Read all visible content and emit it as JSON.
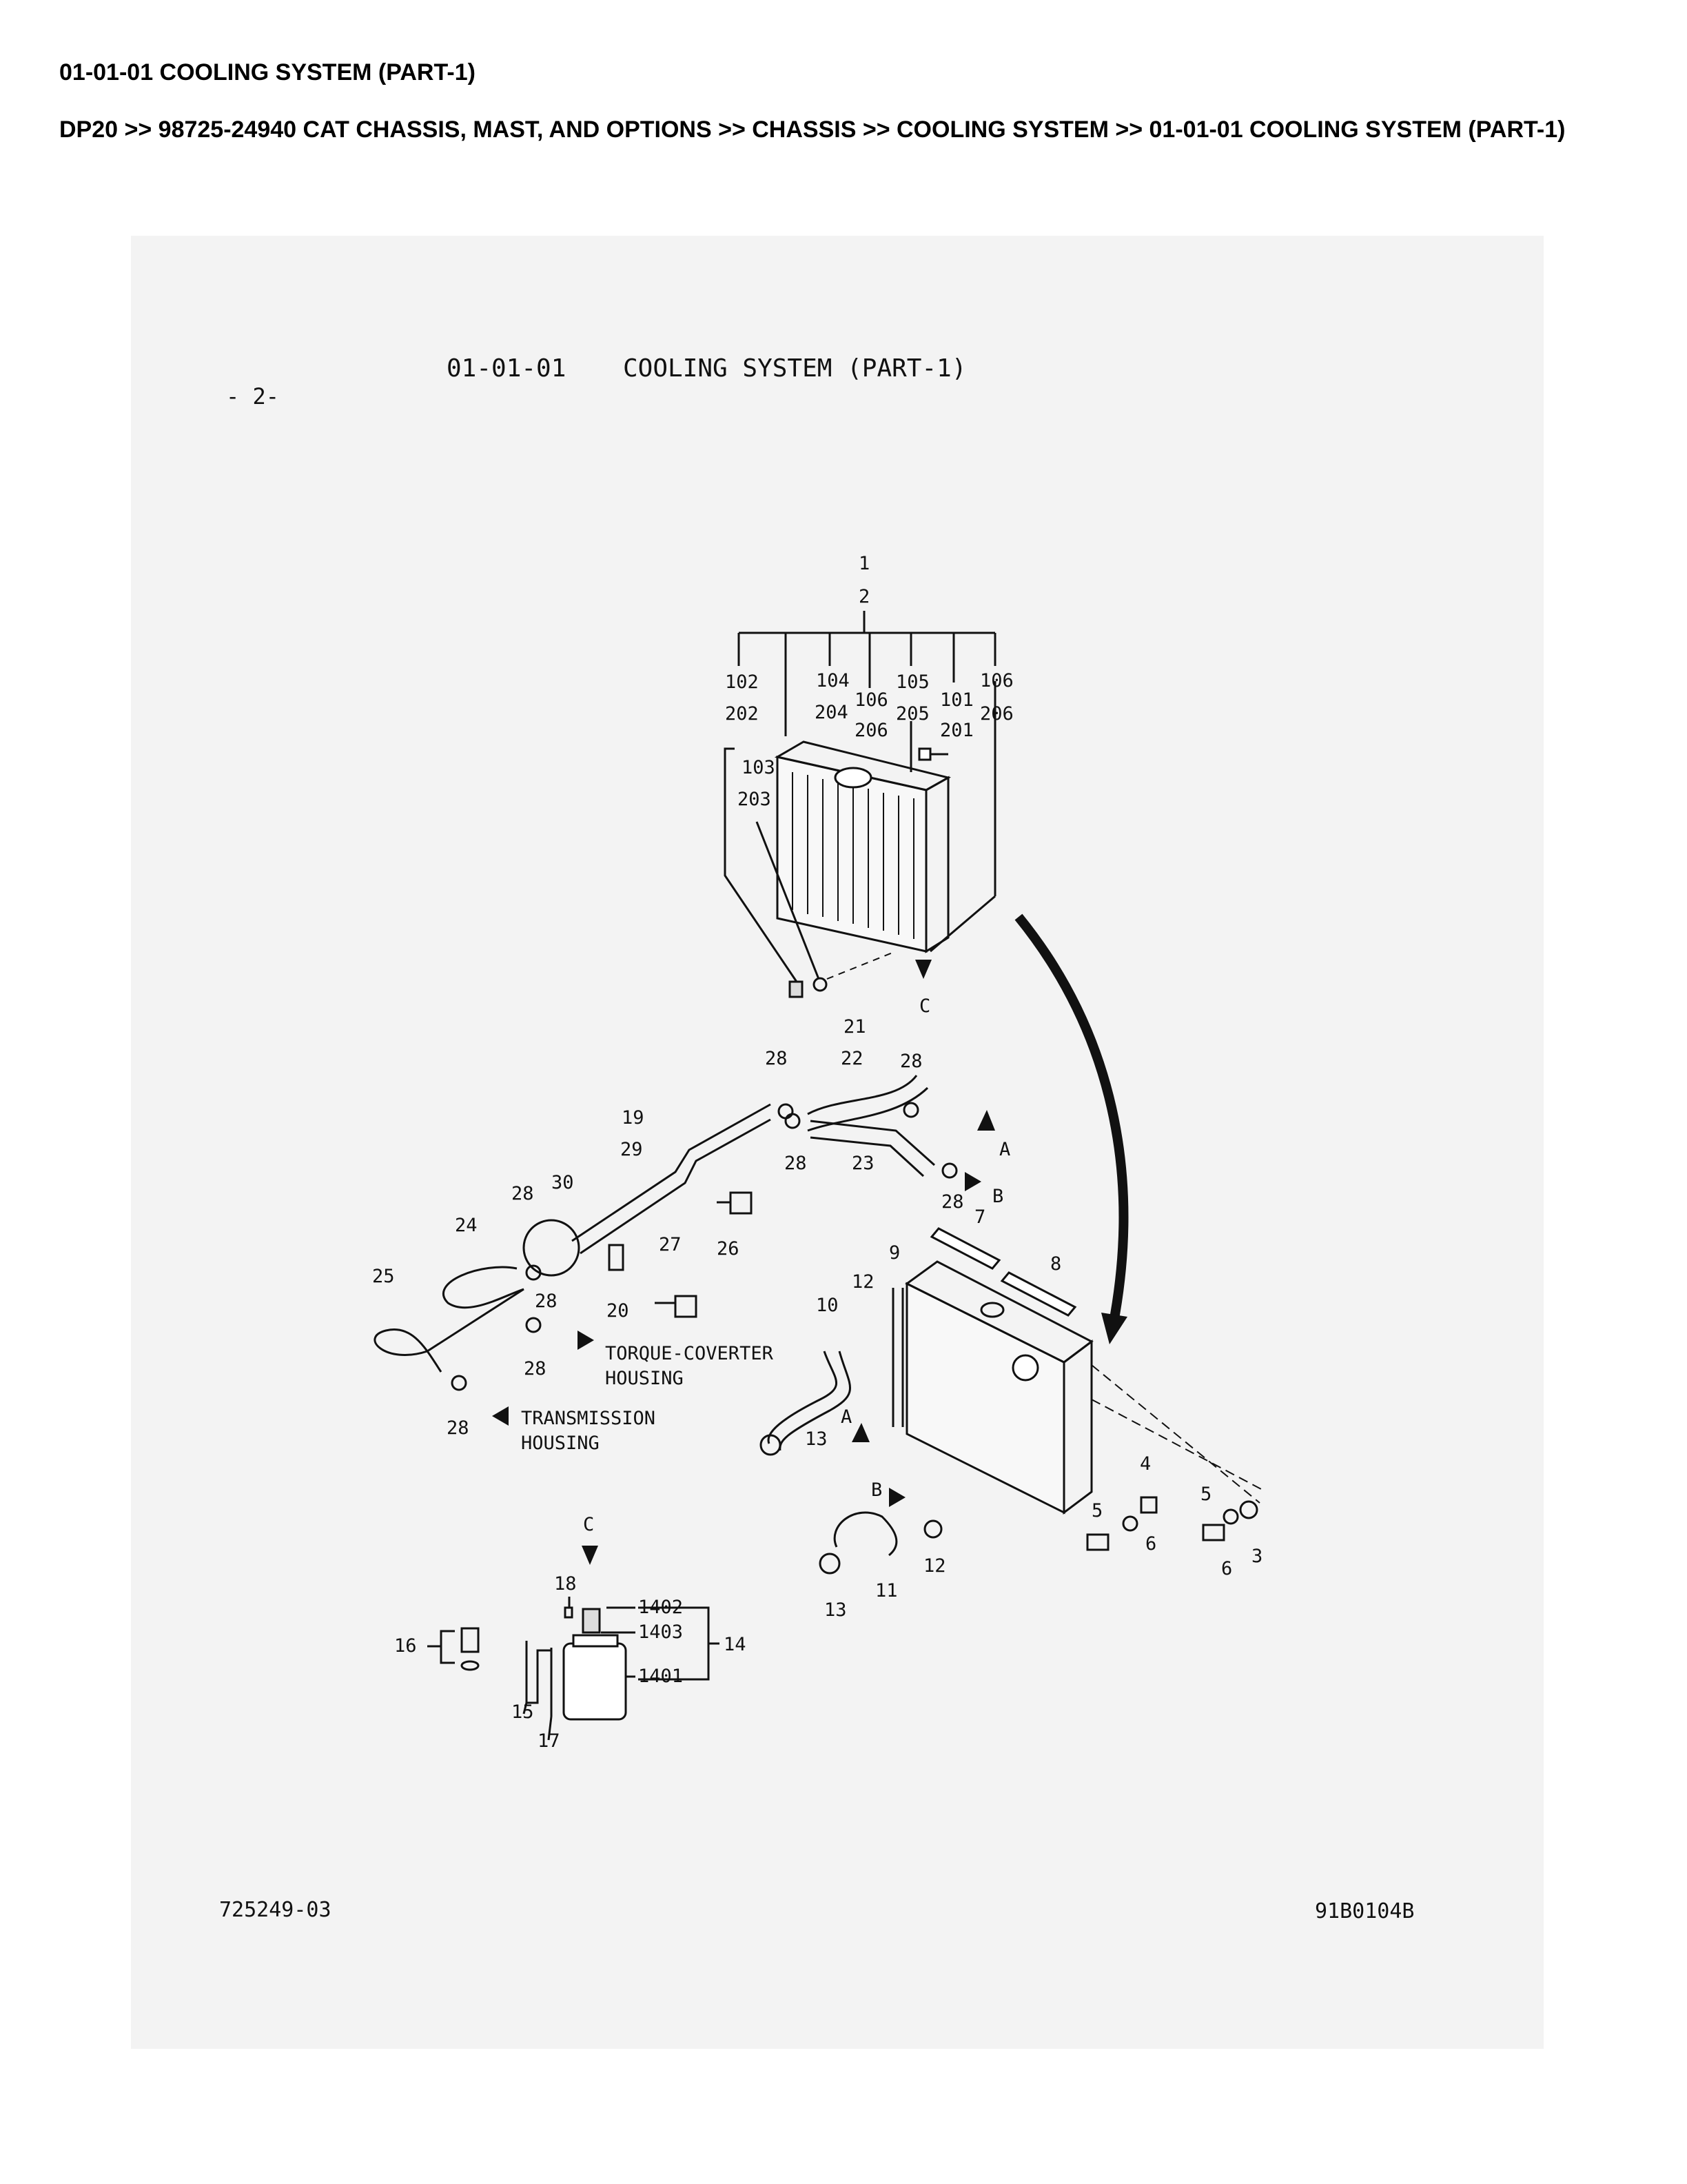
{
  "header": {
    "title": "01-01-01 COOLING SYSTEM (PART-1)",
    "breadcrumb": "DP20 >> 98725-24940 CAT CHASSIS, MAST, AND OPTIONS >> CHASSIS >> COOLING SYSTEM >> 01-01-01 COOLING SYSTEM (PART-1)"
  },
  "plate": {
    "heading_code": "01-01-01",
    "heading_title": "COOLING SYSTEM (PART-1)",
    "page_marker": "-  2-",
    "footer_left": "725249-03",
    "footer_right": "91B0104B"
  },
  "callouts": {
    "c1": "1",
    "c2": "2",
    "c102": "102",
    "c202": "202",
    "c104": "104",
    "c204": "204",
    "c106a": "106",
    "c206a": "206",
    "c105": "105",
    "c205": "205",
    "c101": "101",
    "c201": "201",
    "c106b": "106",
    "c206b": "206",
    "c103": "103",
    "c203": "203",
    "c21": "21",
    "c22": "22",
    "c23": "23",
    "c28a": "28",
    "c28b": "28",
    "c28c": "28",
    "c28d": "28",
    "c28e": "28",
    "c28f": "28",
    "c28g": "28",
    "c28h": "28",
    "c19": "19",
    "c29": "29",
    "c30": "30",
    "c24": "24",
    "c25": "25",
    "c26": "26",
    "c27": "27",
    "c20": "20",
    "c7": "7",
    "c8": "8",
    "c9": "9",
    "c10": "10",
    "c12a": "12",
    "c12b": "12",
    "c13a": "13",
    "c13b": "13",
    "c11": "11",
    "c4": "4",
    "c5a": "5",
    "c5b": "5",
    "c6a": "6",
    "c6b": "6",
    "c3": "3",
    "c18": "18",
    "c16": "16",
    "c15": "15",
    "c17": "17",
    "c14": "14",
    "c1401": "1401",
    "c1402": "1402",
    "c1403": "1403"
  },
  "arrows": {
    "a1": "A",
    "a2": "A",
    "b1": "B",
    "b2": "B",
    "cA": "C",
    "cB": "C"
  },
  "notes": {
    "torque_line1": "TORQUE-COVERTER",
    "torque_line2": "HOUSING",
    "trans_line1": "TRANSMISSION",
    "trans_line2": "HOUSING"
  }
}
